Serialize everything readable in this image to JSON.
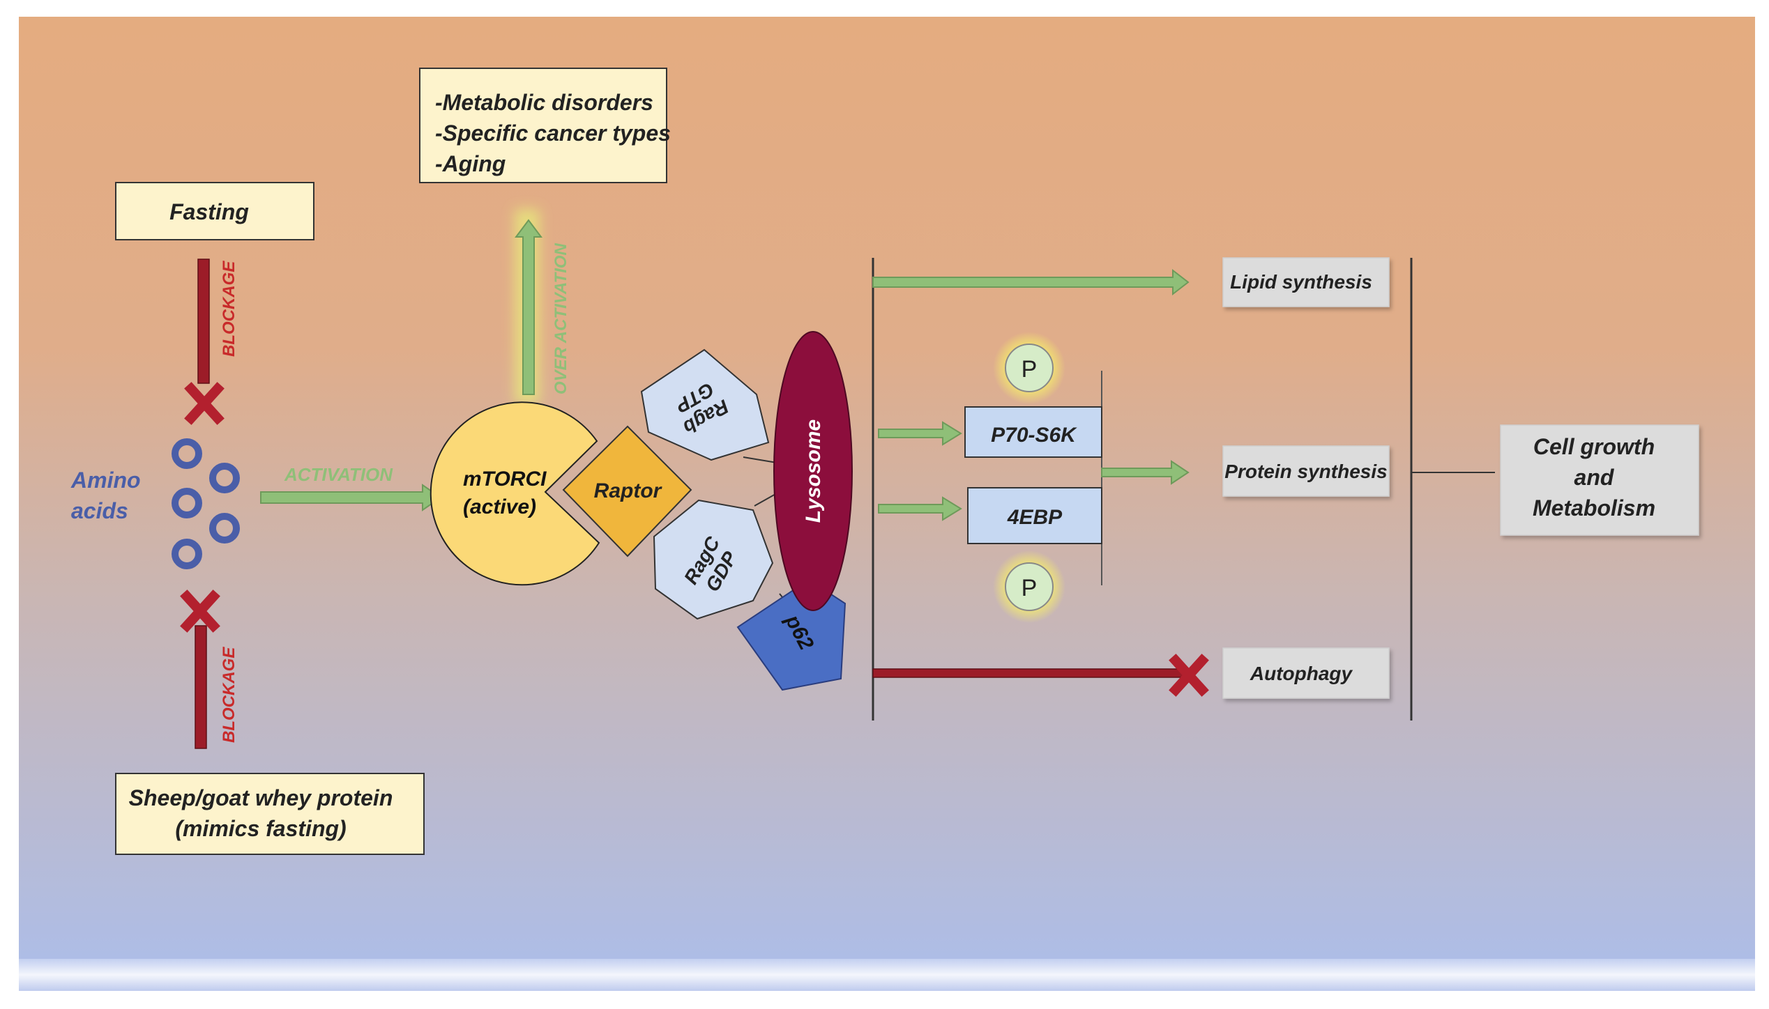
{
  "boxes": {
    "fasting": "Fasting",
    "whey_line1": "Sheep/goat whey protein",
    "whey_line2": "(mimics fasting)",
    "diseases": [
      "-Metabolic disorders",
      "-Specific cancer types",
      "-Aging"
    ],
    "lipid": "Lipid synthesis",
    "protein": "Protein synthesis",
    "autophagy": "Autophagy",
    "cell_growth": [
      "Cell growth",
      "and",
      "Metabolism"
    ]
  },
  "labels": {
    "blockage": "BLOCKAGE",
    "activation": "ACTIVATION",
    "over_activation": "OVER ACTIVATION",
    "amino_line1": "Amino",
    "amino_line2": "acids"
  },
  "complex": {
    "mtorc_line1": "mTORCI",
    "mtorc_line2": "(active)",
    "raptor": "Raptor",
    "ragb_line1": "Ragb",
    "ragb_line2": "GTP",
    "ragc_line1": "RagC",
    "ragc_line2": "GDP",
    "p62": "p62",
    "lysosome": "Lysosome"
  },
  "effectors": {
    "p70": "P70-S6K",
    "ebp": "4EBP",
    "phospho": "P"
  },
  "colors": {
    "bg_top": "#e4ac80",
    "bg_bottom": "#aebde6",
    "box_fill": "#fdf3cc",
    "grey_box": "#dcdcdc",
    "blockage_red": "#9c1c28",
    "arrow_green": "#8fbf78",
    "amino_blue": "#4a5ea8",
    "mtorc_yellow": "#fbd977",
    "raptor_orange": "#f0b63c",
    "rag_blue": "#d2def2",
    "p62_blue": "#4a6ec4",
    "lysosome": "#8c0e3c",
    "effector_blue": "#c6d8f2",
    "phospho_green": "#d6ecc8"
  }
}
